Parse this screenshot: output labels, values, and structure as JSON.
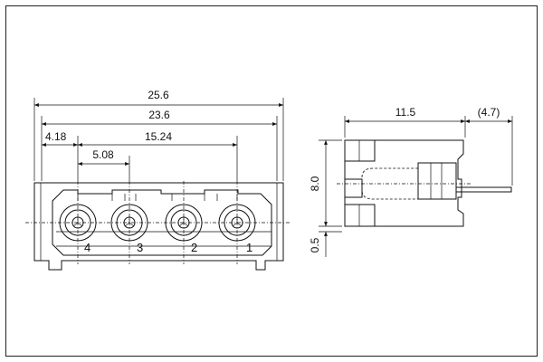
{
  "front_view": {
    "dims": {
      "overall_width": "25.6",
      "inner_width": "23.6",
      "edge_to_pin": "4.18",
      "pin_span": "15.24",
      "pitch": "5.08"
    },
    "pins": [
      "4",
      "3",
      "2",
      "1"
    ]
  },
  "side_view": {
    "dims": {
      "depth": "11.5",
      "pin_extension": "(4.7)",
      "height": "8.0",
      "standoff": "0.5"
    }
  }
}
